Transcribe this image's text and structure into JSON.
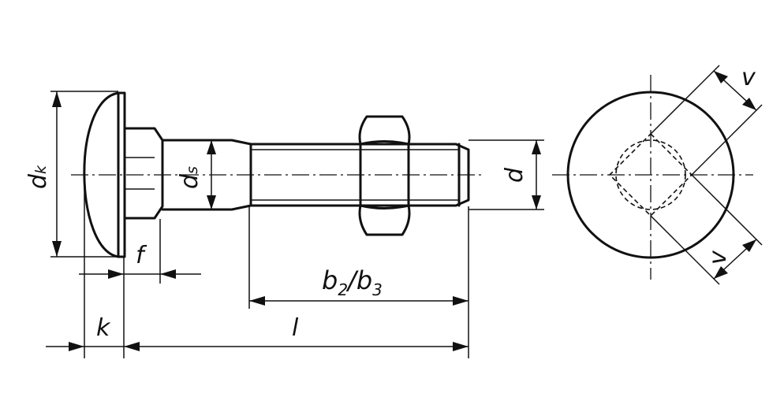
{
  "labels": {
    "dk_main": "d",
    "dk_sub": "k",
    "ds_main": "d",
    "ds_sub": "s",
    "d": "d",
    "f": "f",
    "k": "k",
    "l": "l",
    "b_first": "b",
    "b_first_sub": "2",
    "b_slash": "/",
    "b_second": "b",
    "b_second_sub": "3",
    "v_top": "v",
    "v_bottom": "v"
  }
}
